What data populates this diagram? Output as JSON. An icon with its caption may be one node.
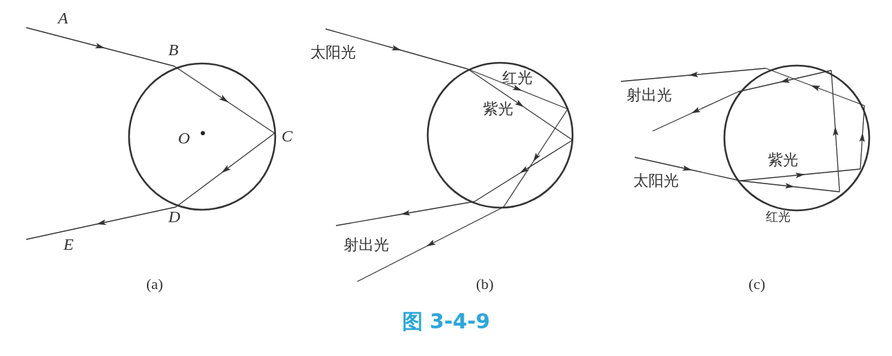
{
  "diagram": {
    "caption": "图 3-4-9",
    "nodes": [
      {
        "text": [
          "A"
        ]
      },
      {
        "text": [
          "B"
        ]
      },
      {
        "text": [
          "C"
        ]
      },
      {
        "text": [
          "D"
        ]
      },
      {
        "text": [
          "E"
        ]
      }
    ],
    "edges": [
      {
        "from": 0,
        "to": 1,
        "arrow": "to"
      },
      {
        "from": 1,
        "to": 2,
        "arrow": "to"
      },
      {
        "from": 2,
        "to": 3,
        "arrow": "to"
      },
      {
        "from": 3,
        "to": 4,
        "arrow": "to"
      }
    ],
    "labels": [
      "O",
      "太阳光",
      "红光",
      "紫光",
      "射出光",
      "射出光",
      "太阳光",
      "紫光",
      "红光",
      "(a)",
      "(b)",
      "(c)"
    ]
  }
}
